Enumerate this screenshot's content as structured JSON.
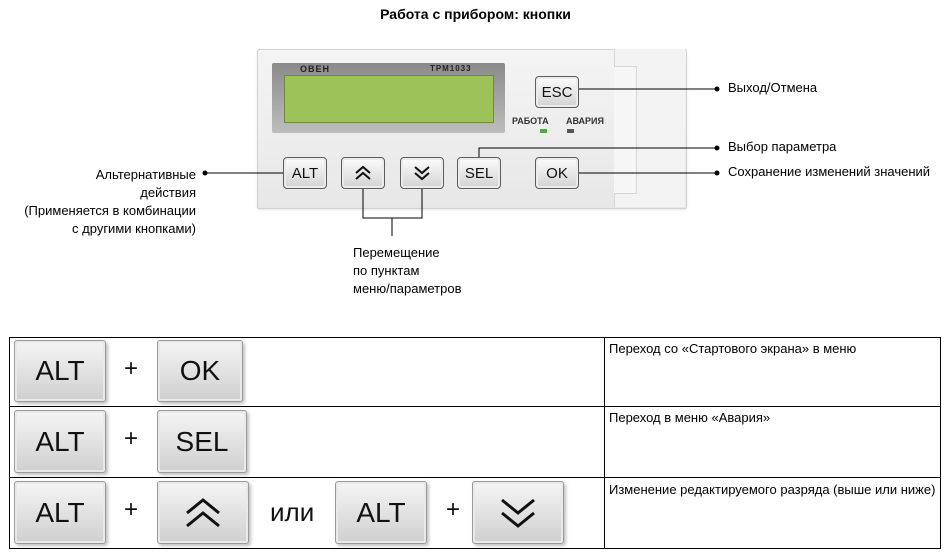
{
  "title": "Работа с прибором: кнопки",
  "device": {
    "logo": "ОВЕН",
    "model": "ТРМ1033",
    "led_work_label": "РАБОТА",
    "led_alarm_label": "АВАРИЯ",
    "led_work_color": "#4caf3a",
    "led_alarm_color": "#555555",
    "lcd_color": "#9ec25a",
    "buttons": {
      "alt": "ALT",
      "sel": "SEL",
      "esc": "ESC",
      "ok": "OK"
    }
  },
  "annotations": {
    "alt_line1": "Альтернативные",
    "alt_line2": "действия",
    "alt_line3": "(Применяется в комбинации",
    "alt_line4": "с другими кнопками)",
    "nav_line1": "Перемещение",
    "nav_line2": "по пунктам",
    "nav_line3": "меню/параметров",
    "esc": "Выход/Отмена",
    "sel": "Выбор параметра",
    "ok": "Сохранение изменений значений"
  },
  "table": {
    "plus": "+",
    "or": "или",
    "rows": [
      {
        "description": "Переход со «Стартового экрана» в меню"
      },
      {
        "description": "Переход в меню «Авария»"
      },
      {
        "description": "Изменение редактируемого разряда (выше или ниже)"
      }
    ]
  }
}
